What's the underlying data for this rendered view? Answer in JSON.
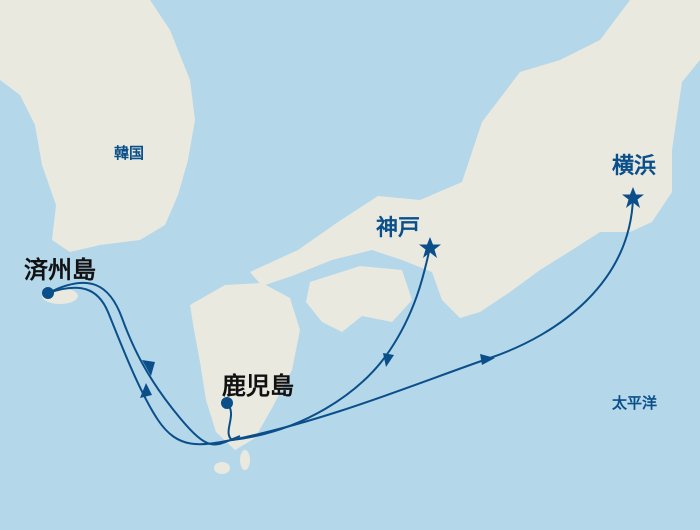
{
  "colors": {
    "sea": "#b5d7ea",
    "land": "#e9e9e0",
    "route": "#0a4f8a"
  },
  "labels": {
    "korea": "韓国",
    "jeju": "済州島",
    "kagoshima": "鹿児島",
    "kobe": "神戸",
    "yokohama": "横浜",
    "pacific": "太平洋"
  },
  "markers": [
    {
      "name": "済州島",
      "icon": "dot-icon"
    },
    {
      "name": "鹿児島",
      "icon": "dot-icon"
    },
    {
      "name": "神戸",
      "icon": "star-icon"
    },
    {
      "name": "横浜",
      "icon": "star-icon"
    }
  ]
}
